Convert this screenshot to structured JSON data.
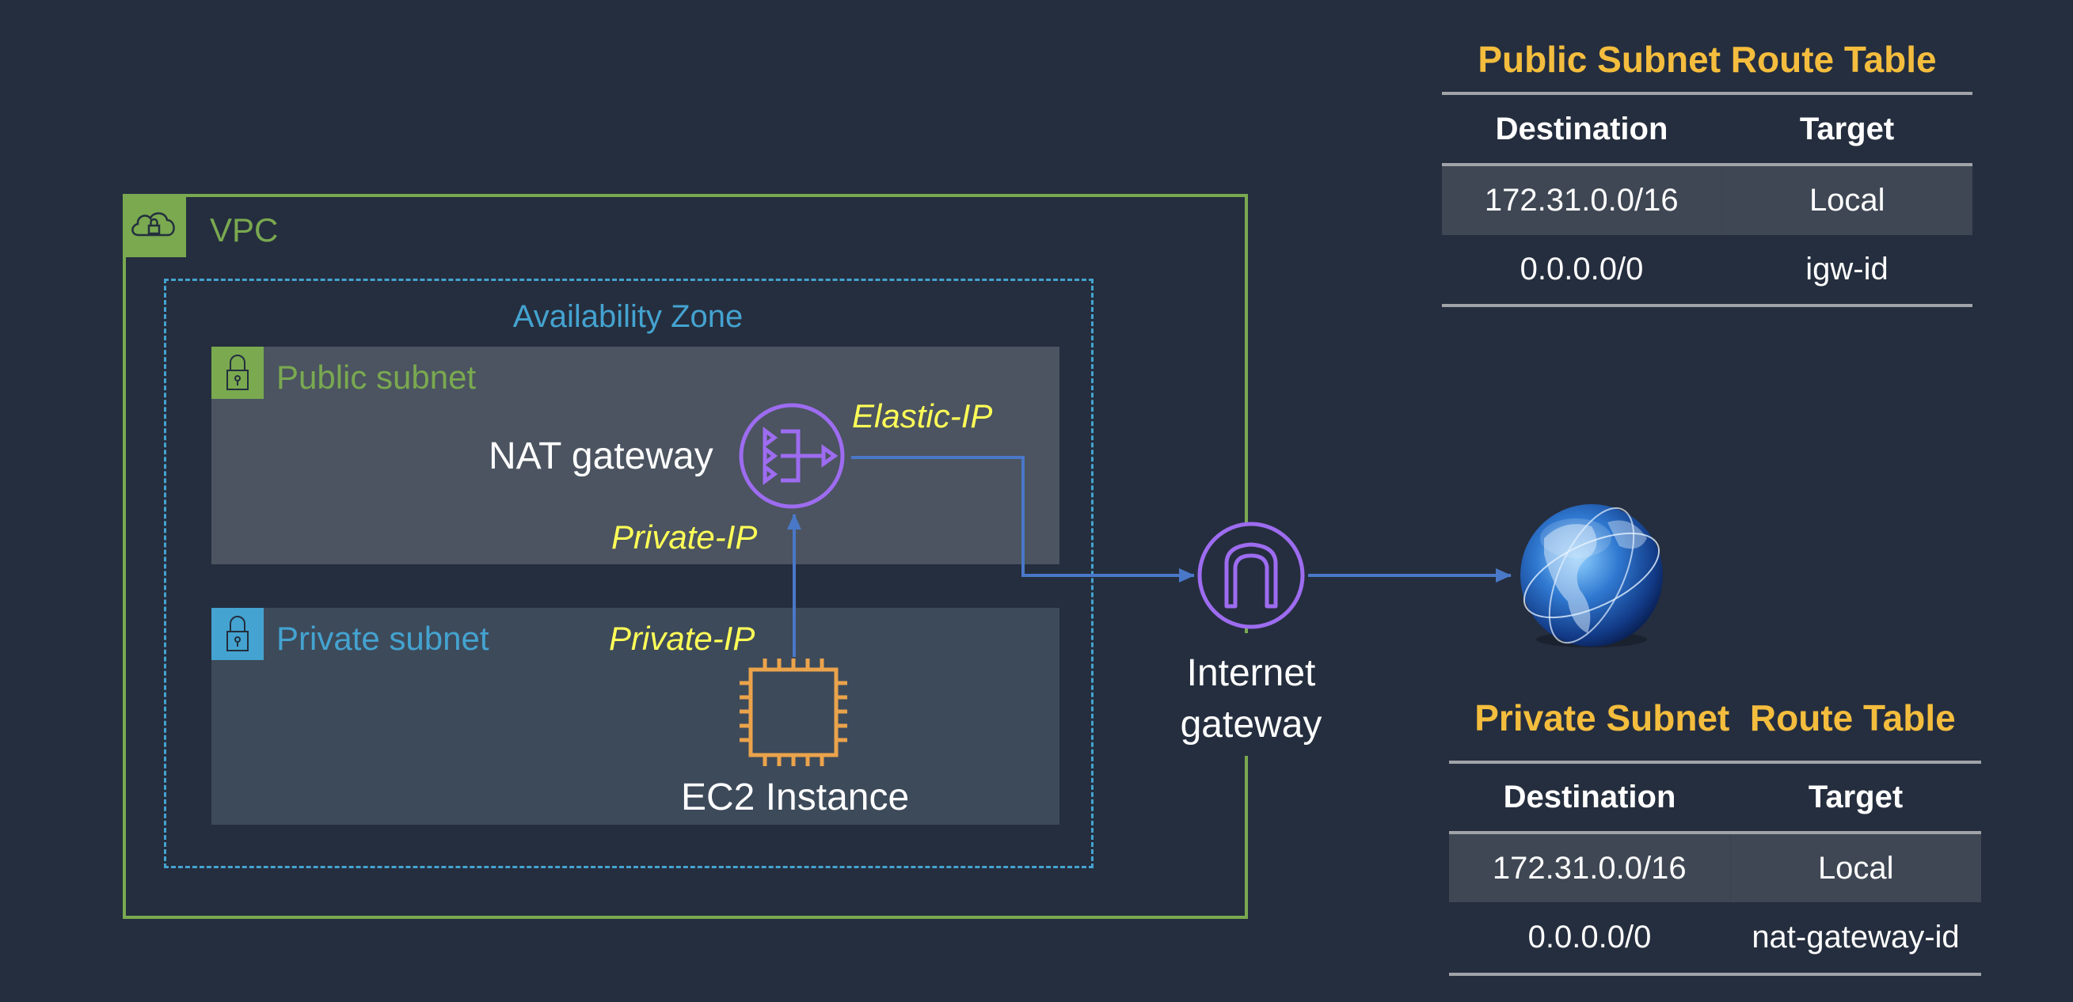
{
  "diagram": {
    "vpc": {
      "label": "VPC",
      "icon": "cloud-lock-icon",
      "color": "#7aa950"
    },
    "availability_zone": {
      "label": "Availability Zone",
      "color": "#44a3d0"
    },
    "public_subnet": {
      "label": "Public subnet",
      "icon": "padlock-icon",
      "color": "#7aa950"
    },
    "private_subnet": {
      "label": "Private subnet",
      "icon": "padlock-icon",
      "color": "#44a3d0"
    },
    "nat_gateway": {
      "label": "NAT gateway",
      "icon": "nat-gateway-icon",
      "color": "#9d6cf0"
    },
    "ec2_instance": {
      "label": "EC2 Instance",
      "icon": "ec2-chip-icon",
      "color": "#eba34b"
    },
    "internet_gateway": {
      "label_line1": "Internet",
      "label_line2": "gateway",
      "icon": "internet-gateway-icon",
      "color": "#9d6cf0"
    },
    "internet": {
      "icon": "globe-icon"
    },
    "ip_labels": {
      "elastic_ip": "Elastic-IP",
      "nat_private_ip": "Private-IP",
      "ec2_private_ip": "Private-IP",
      "color": "#ffff57"
    },
    "connector_color": "#4a78c8",
    "connections": [
      {
        "from": "ec2_instance",
        "to": "nat_gateway"
      },
      {
        "from": "nat_gateway",
        "to": "internet_gateway"
      },
      {
        "from": "internet_gateway",
        "to": "internet"
      }
    ]
  },
  "route_tables": {
    "public": {
      "title": "Public Subnet Route Table",
      "headers": [
        "Destination",
        "Target"
      ],
      "rows": [
        [
          "172.31.0.0/16",
          "Local"
        ],
        [
          "0.0.0.0/0",
          "igw-id"
        ]
      ]
    },
    "private": {
      "title": "Private Subnet  Route Table",
      "headers": [
        "Destination",
        "Target"
      ],
      "rows": [
        [
          "172.31.0.0/16",
          "Local"
        ],
        [
          "0.0.0.0/0",
          "nat-gateway-id"
        ]
      ]
    }
  },
  "colors": {
    "background": "#252e3e",
    "title_accent": "#f4bd3d",
    "public_subnet_fill": "#4b5460",
    "private_subnet_fill": "#3d4a5a"
  }
}
